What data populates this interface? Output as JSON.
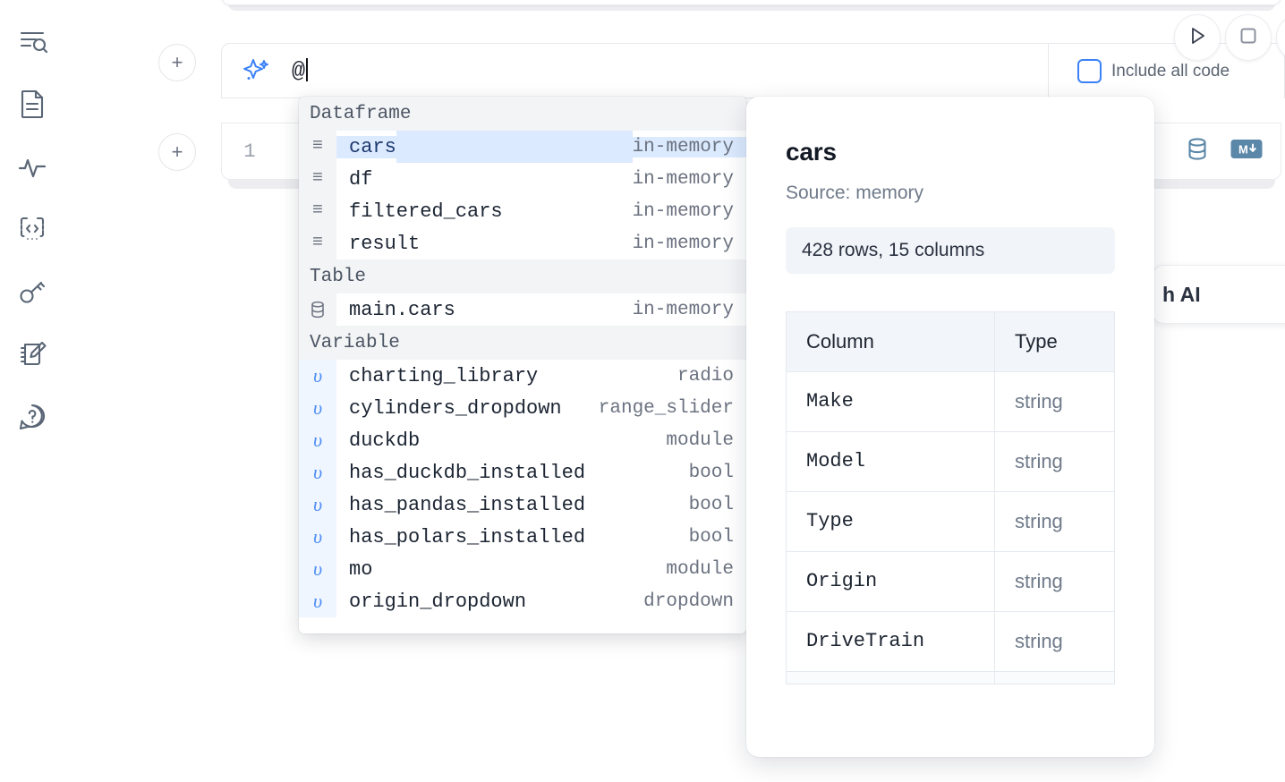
{
  "sidebar": {
    "items": [
      {
        "name": "outline-search-icon",
        "label": "Outline search"
      },
      {
        "name": "notebook-file-icon",
        "label": "Notebook file"
      },
      {
        "name": "activity-pulse-icon",
        "label": "Activity"
      },
      {
        "name": "code-snippet-icon",
        "label": "Snippets"
      },
      {
        "name": "key-secrets-icon",
        "label": "Secrets"
      },
      {
        "name": "scratchpad-edit-icon",
        "label": "Scratchpad"
      },
      {
        "name": "help-chat-icon",
        "label": "Help"
      }
    ]
  },
  "toolbar": {
    "run_label": "Run",
    "stop_label": "Stop",
    "include_all_code_label": "Include all code",
    "include_all_code_checked": false
  },
  "ai_cell": {
    "icon": "sparkle-icon",
    "value": "@",
    "add_button_label": "+"
  },
  "code_cell": {
    "line_number": "1",
    "database_icon": "database-icon",
    "markdown_icon": "markdown-icon",
    "markdown_label": "M"
  },
  "ai_card": {
    "label": "h AI"
  },
  "autocomplete": {
    "groups": [
      {
        "title": "Dataframe",
        "glyph": "dataframe-icon",
        "glyph_char": "≡",
        "kind": "df",
        "items": [
          {
            "name": "cars",
            "meta": "in-memory",
            "selected": true
          },
          {
            "name": "df",
            "meta": "in-memory",
            "selected": false
          },
          {
            "name": "filtered_cars",
            "meta": "in-memory",
            "selected": false
          },
          {
            "name": "result",
            "meta": "in-memory",
            "selected": false
          }
        ]
      },
      {
        "title": "Table",
        "glyph": "table-database-icon",
        "glyph_char": "",
        "kind": "table",
        "items": [
          {
            "name": "main.cars",
            "meta": "in-memory",
            "selected": false
          }
        ]
      },
      {
        "title": "Variable",
        "glyph": "variable-icon",
        "glyph_char": "υ",
        "kind": "var",
        "items": [
          {
            "name": "charting_library",
            "meta": "radio",
            "selected": false
          },
          {
            "name": "cylinders_dropdown",
            "meta": "range_slider",
            "selected": false
          },
          {
            "name": "duckdb",
            "meta": "module",
            "selected": false
          },
          {
            "name": "has_duckdb_installed",
            "meta": "bool",
            "selected": false
          },
          {
            "name": "has_pandas_installed",
            "meta": "bool",
            "selected": false
          },
          {
            "name": "has_polars_installed",
            "meta": "bool",
            "selected": false
          },
          {
            "name": "mo",
            "meta": "module",
            "selected": false
          },
          {
            "name": "origin_dropdown",
            "meta": "dropdown",
            "selected": false
          }
        ]
      }
    ]
  },
  "doc_panel": {
    "title": "cars",
    "source": "Source: memory",
    "shape": "428 rows, 15 columns",
    "table": {
      "headers": [
        "Column",
        "Type"
      ],
      "rows": [
        {
          "column": "Make",
          "type": "string"
        },
        {
          "column": "Model",
          "type": "string"
        },
        {
          "column": "Type",
          "type": "string"
        },
        {
          "column": "Origin",
          "type": "string"
        },
        {
          "column": "DriveTrain",
          "type": "string"
        }
      ]
    }
  },
  "colors": {
    "accent_blue": "#3b82f6",
    "selection_blue": "#dbeafe",
    "icon_slate": "#5a6676",
    "steel_blue": "#5b87a8",
    "muted_text": "#6b7280"
  }
}
